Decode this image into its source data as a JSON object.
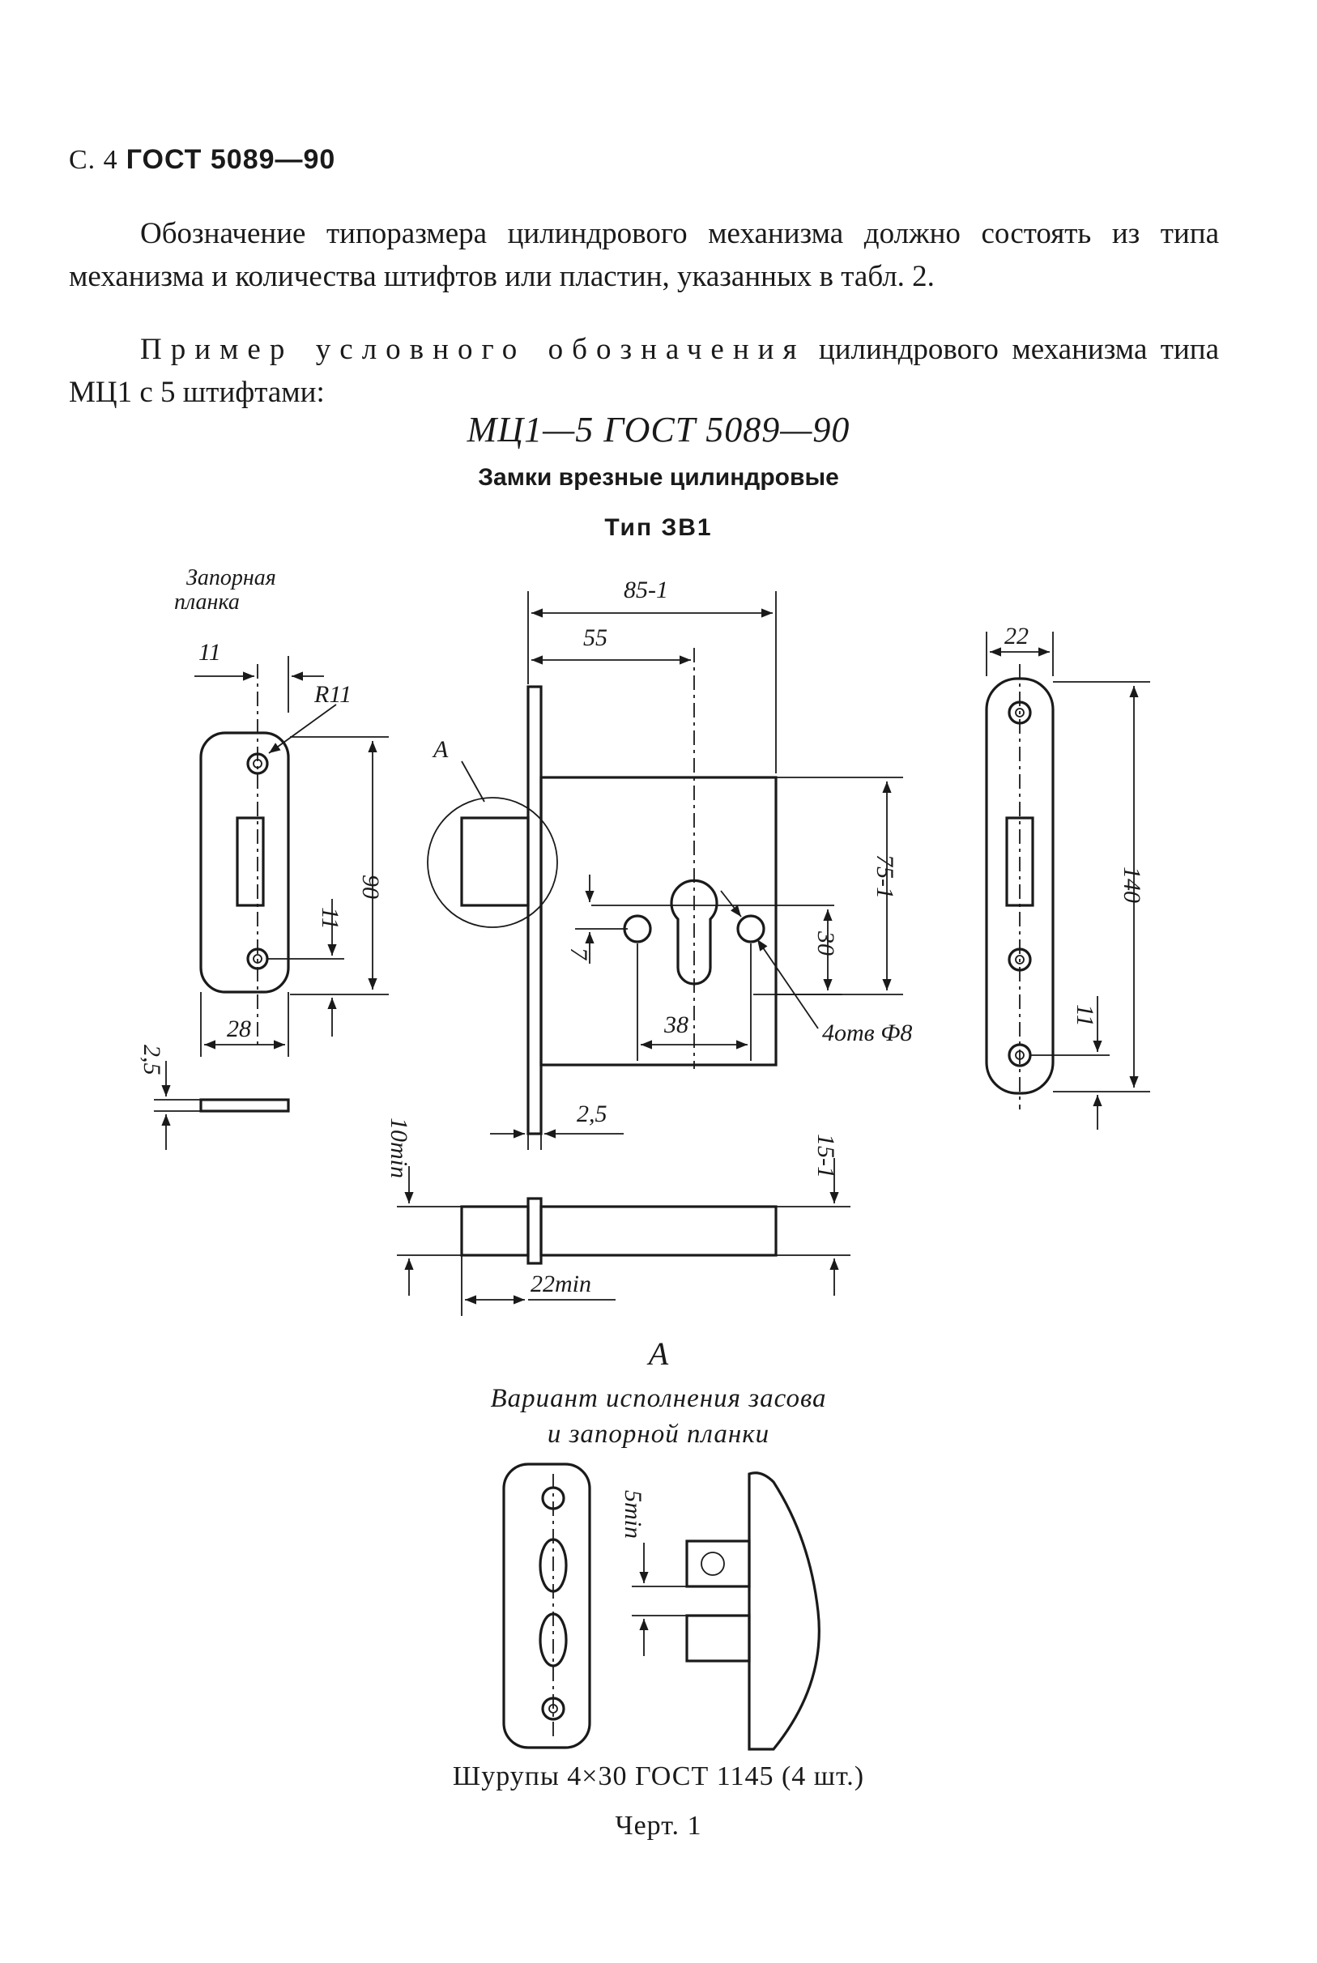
{
  "header": {
    "page": "С. 4",
    "standard": "ГОСТ 5089—90"
  },
  "paragraphs": {
    "p1": "Обозначение типоразмера цилиндрового механизма должно состоять из типа механизма и количества штифтов или пластин, указанных в табл. 2.",
    "p2_spaced": "Пример условного обозначения",
    "p2_rest": " цилиндрового механизма типа МЦ1 с 5 штифтами:"
  },
  "designation": "МЦ1—5 ГОСТ 5089—90",
  "title": "Замки врезные цилиндровые",
  "subtitle": "Тип ЗВ1",
  "drawing": {
    "strike_plate_label_1": "Запорная",
    "strike_plate_label_2": "планка",
    "view_label": "А",
    "dims": {
      "d85": "85-1",
      "d55": "55",
      "d22": "22",
      "d11a": "11",
      "r11": "R11",
      "d90": "90",
      "d11b": "11",
      "d28": "28",
      "d25a": "2,5",
      "d75": "75-1",
      "d7": "7",
      "d30": "30",
      "d38": "38",
      "holes": "4отв Ф8",
      "d25b": "2,5",
      "d140": "140",
      "d11c": "11",
      "d10min": "10min",
      "d15": "15-1",
      "d22min": "22min",
      "d5min": "5min"
    }
  },
  "view_a": "А",
  "variant_line1": "Вариант исполнения засова",
  "variant_line2": "и запорной планки",
  "screws": "Шурупы 4×30 ГОСТ 1145 (4 шт.)",
  "figure": "Черт. 1"
}
